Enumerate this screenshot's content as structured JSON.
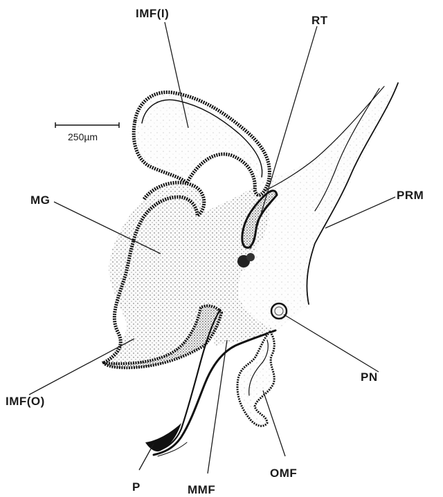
{
  "figure": {
    "scale_bar": {
      "label": "250µm"
    },
    "labels": {
      "imf_i": "IMF(I)",
      "rt": "RT",
      "prm": "PRM",
      "mg": "MG",
      "pn": "PN",
      "imf_o": "IMF(O)",
      "p": "P",
      "mmf": "MMF",
      "omf": "OMF"
    }
  }
}
